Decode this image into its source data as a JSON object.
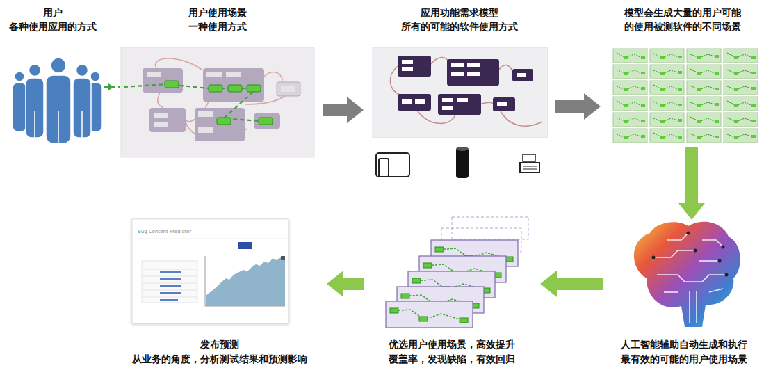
{
  "diagram": {
    "nodes": [
      {
        "text": [
          "用户",
          "各种使用应用的方式"
        ]
      },
      {
        "text": [
          "用户使用场景",
          "一种使用方式"
        ]
      },
      {
        "text": [
          "应用功能需求模型",
          "所有的可能的软件使用方式"
        ]
      },
      {
        "text": [
          "模型会生成大量的用户可能",
          "的使用被测软件的不同场景"
        ]
      },
      {
        "text": [
          "人工智能辅助自动生成和执行",
          "最有效的可能的用户使用场景"
        ]
      },
      {
        "text": [
          "优选用户使用场景，高效提升",
          "覆盖率，发现缺陷，有效回归"
        ]
      },
      {
        "text": [
          "发布预测",
          "从业务的角度，分析测试结果和预测影响"
        ]
      }
    ],
    "edges": [
      {
        "from": 0,
        "to": 1,
        "arrow": "to"
      },
      {
        "from": 1,
        "to": 2,
        "arrow": "to"
      },
      {
        "from": 2,
        "to": 3,
        "arrow": "to"
      },
      {
        "from": 3,
        "to": 4,
        "arrow": "to"
      },
      {
        "from": 4,
        "to": 5,
        "arrow": "to"
      },
      {
        "from": 5,
        "to": 6,
        "arrow": "to"
      }
    ],
    "labels": [
      "Bug Content Predictor"
    ]
  }
}
